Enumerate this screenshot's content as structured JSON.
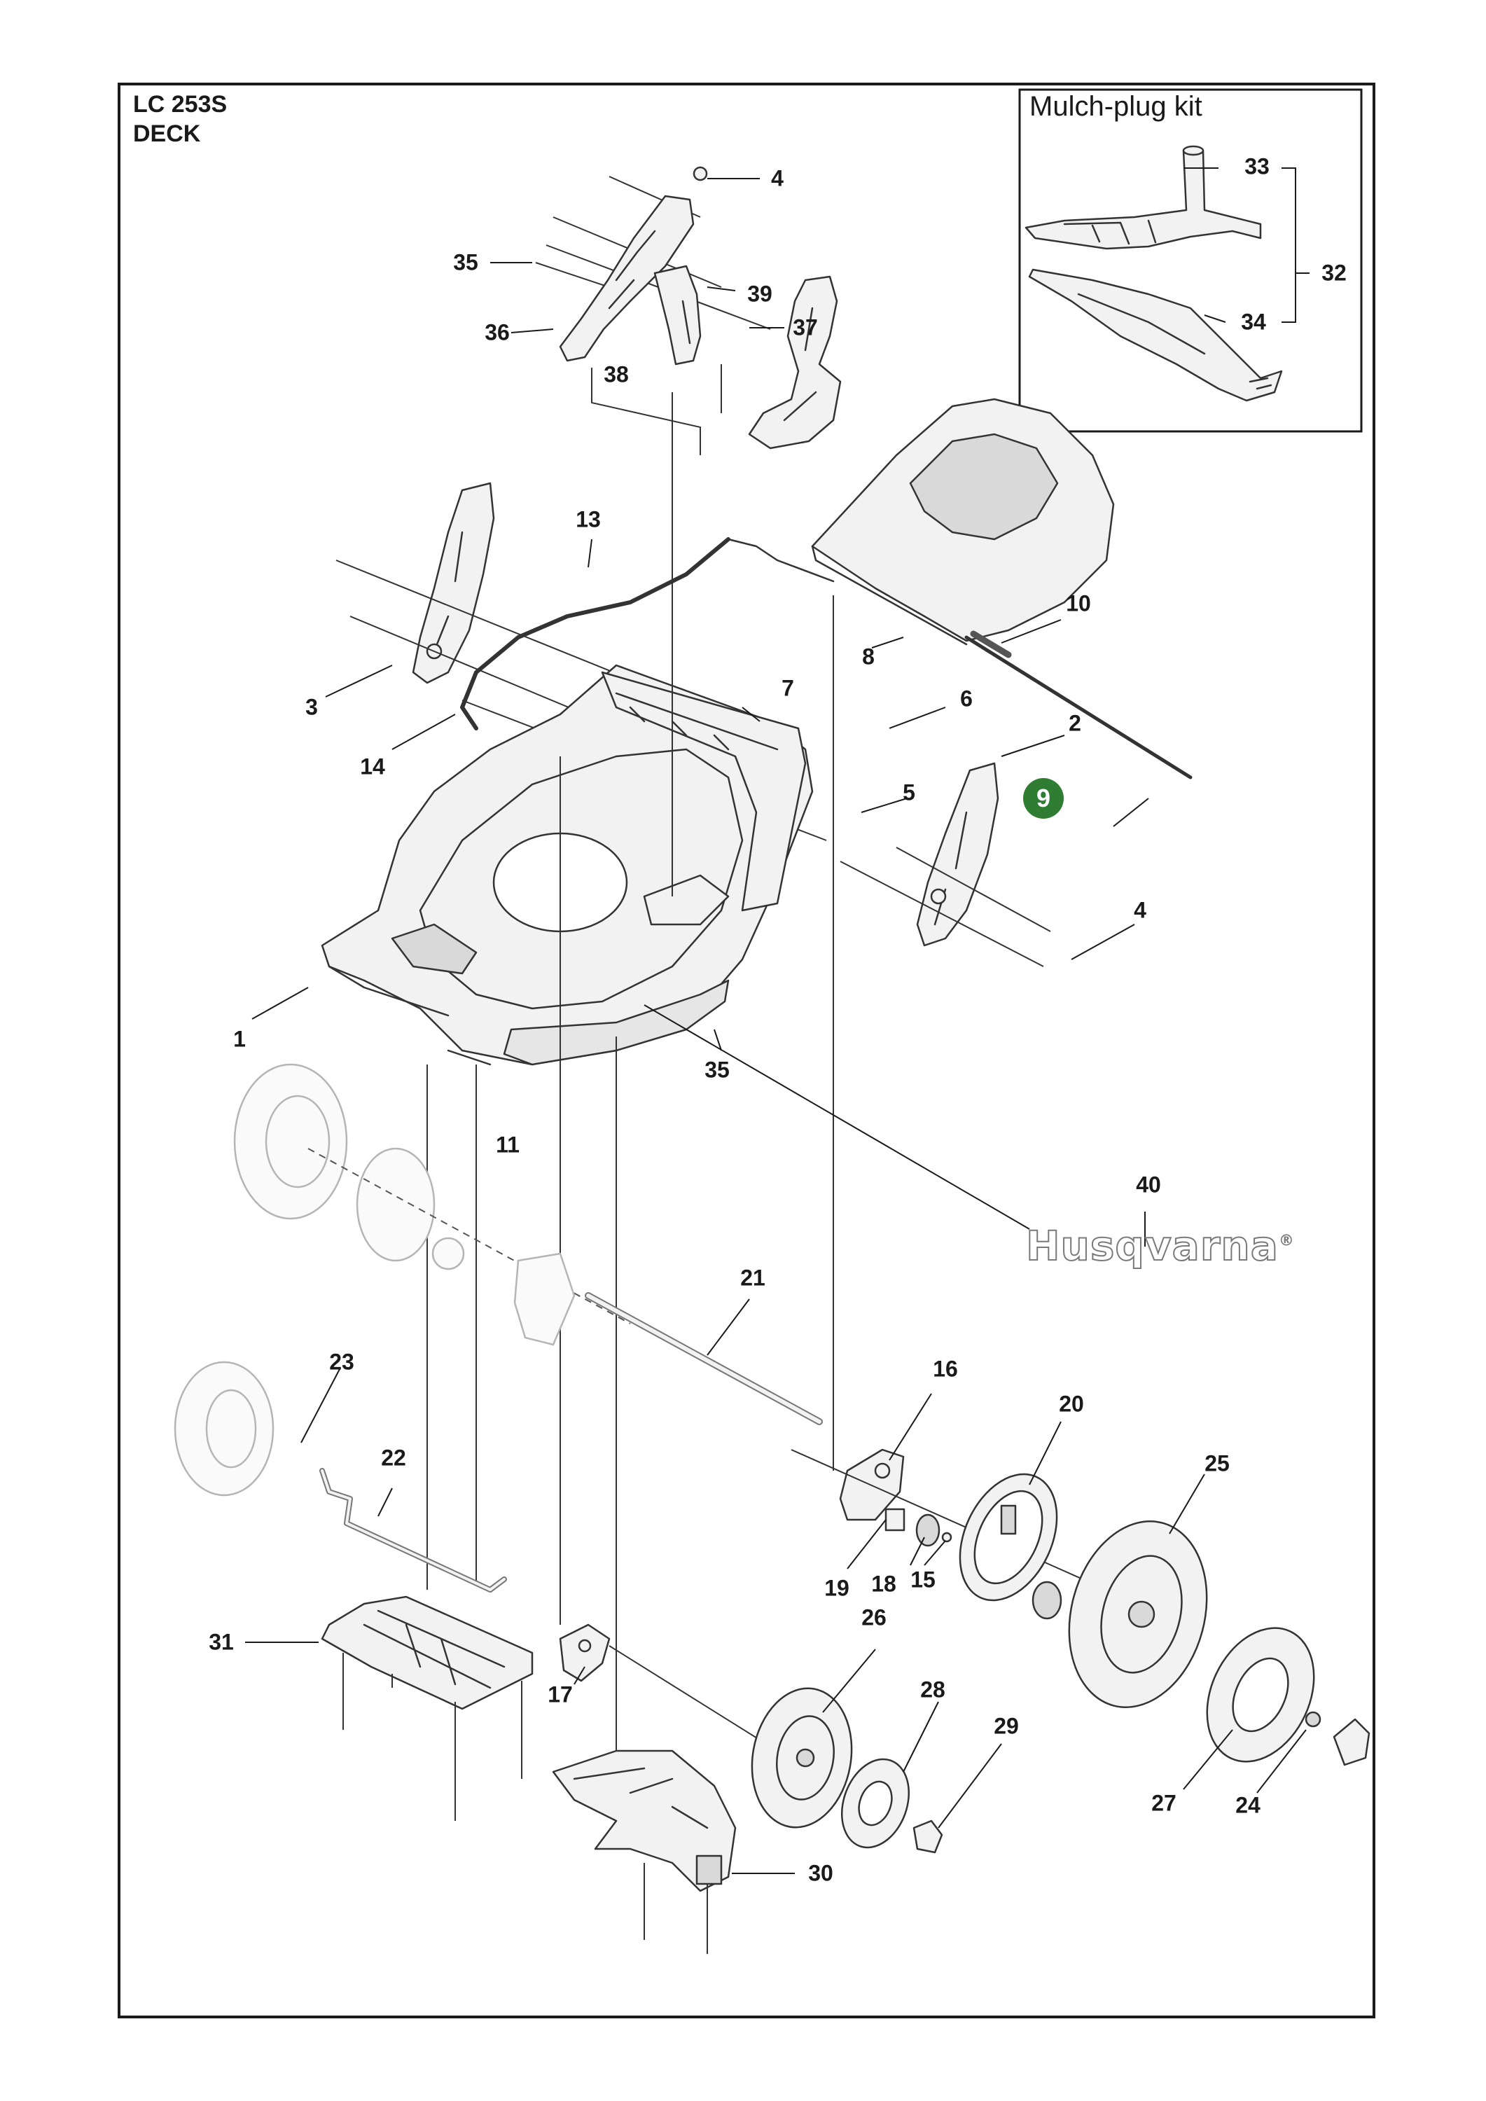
{
  "title": {
    "model": "LC 253S",
    "section": "DECK"
  },
  "inset": {
    "title": "Mulch-plug kit"
  },
  "brand": {
    "logo_text": "Husqvarna",
    "registered_mark": "®"
  },
  "colors": {
    "line": "#1a1a1a",
    "part_stroke": "#333333",
    "part_fill": "#f2f2f2",
    "ghost_stroke": "#b5b5b5",
    "highlight": "#2e7d32"
  },
  "callouts": [
    {
      "id": "4a",
      "label": "4"
    },
    {
      "id": "35a",
      "label": "35"
    },
    {
      "id": "39",
      "label": "39"
    },
    {
      "id": "36",
      "label": "36"
    },
    {
      "id": "37",
      "label": "37"
    },
    {
      "id": "38",
      "label": "38"
    },
    {
      "id": "33",
      "label": "33"
    },
    {
      "id": "32",
      "label": "32"
    },
    {
      "id": "34",
      "label": "34"
    },
    {
      "id": "13",
      "label": "13"
    },
    {
      "id": "10",
      "label": "10"
    },
    {
      "id": "8",
      "label": "8"
    },
    {
      "id": "3",
      "label": "3"
    },
    {
      "id": "7",
      "label": "7"
    },
    {
      "id": "6",
      "label": "6"
    },
    {
      "id": "2",
      "label": "2"
    },
    {
      "id": "14",
      "label": "14"
    },
    {
      "id": "9",
      "label": "9",
      "highlight": true
    },
    {
      "id": "5",
      "label": "5"
    },
    {
      "id": "4b",
      "label": "4"
    },
    {
      "id": "1",
      "label": "1"
    },
    {
      "id": "35b",
      "label": "35"
    },
    {
      "id": "11",
      "label": "11"
    },
    {
      "id": "40",
      "label": "40"
    },
    {
      "id": "21",
      "label": "21"
    },
    {
      "id": "23",
      "label": "23"
    },
    {
      "id": "16",
      "label": "16"
    },
    {
      "id": "20",
      "label": "20"
    },
    {
      "id": "22",
      "label": "22"
    },
    {
      "id": "25",
      "label": "25"
    },
    {
      "id": "19",
      "label": "19"
    },
    {
      "id": "18",
      "label": "18"
    },
    {
      "id": "15",
      "label": "15"
    },
    {
      "id": "31",
      "label": "31"
    },
    {
      "id": "26",
      "label": "26"
    },
    {
      "id": "17",
      "label": "17"
    },
    {
      "id": "28",
      "label": "28"
    },
    {
      "id": "29",
      "label": "29"
    },
    {
      "id": "27",
      "label": "27"
    },
    {
      "id": "24",
      "label": "24"
    },
    {
      "id": "30",
      "label": "30"
    }
  ]
}
